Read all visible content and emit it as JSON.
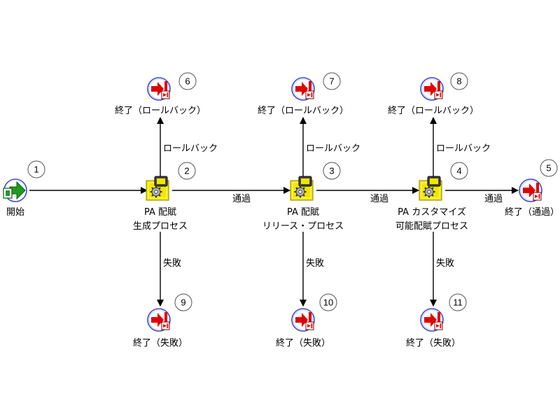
{
  "nodes": [
    {
      "id": "start",
      "number": "1",
      "label": [
        "開始"
      ],
      "icon": "start-arrow-icon"
    },
    {
      "id": "proc2",
      "number": "2",
      "label": [
        "PA 配賦",
        "生成プロセス"
      ],
      "icon": "process-gear-icon"
    },
    {
      "id": "proc3",
      "number": "3",
      "label": [
        "PA 配賦",
        "リリース・プロセス"
      ],
      "icon": "process-gear-icon"
    },
    {
      "id": "proc4",
      "number": "4",
      "label": [
        "PA カスタマイズ",
        "可能配賦プロセス"
      ],
      "icon": "process-gear-icon"
    },
    {
      "id": "end5",
      "number": "5",
      "label": [
        "終了（通過）"
      ],
      "icon": "end-stop-icon"
    },
    {
      "id": "end6",
      "number": "6",
      "label": [
        "終了（ロールバック）"
      ],
      "icon": "end-stop-icon"
    },
    {
      "id": "end7",
      "number": "7",
      "label": [
        "終了（ロールバック）"
      ],
      "icon": "end-stop-icon"
    },
    {
      "id": "end8",
      "number": "8",
      "label": [
        "終了（ロールバック）"
      ],
      "icon": "end-stop-icon"
    },
    {
      "id": "end9",
      "number": "9",
      "label": [
        "終了（失敗）"
      ],
      "icon": "end-stop-icon"
    },
    {
      "id": "end10",
      "number": "10",
      "label": [
        "終了（失敗）"
      ],
      "icon": "end-stop-icon"
    },
    {
      "id": "end11",
      "number": "11",
      "label": [
        "終了（失敗）"
      ],
      "icon": "end-stop-icon"
    }
  ],
  "edges": [
    {
      "from": "start",
      "to": "proc2",
      "label": ""
    },
    {
      "from": "proc2",
      "to": "proc3",
      "label": "通過"
    },
    {
      "from": "proc3",
      "to": "proc4",
      "label": "通過"
    },
    {
      "from": "proc4",
      "to": "end5",
      "label": "通過"
    },
    {
      "from": "proc2",
      "to": "end6",
      "label": "ロールバック"
    },
    {
      "from": "proc3",
      "to": "end7",
      "label": "ロールバック"
    },
    {
      "from": "proc4",
      "to": "end8",
      "label": "ロールバック"
    },
    {
      "from": "proc2",
      "to": "end9",
      "label": "失敗"
    },
    {
      "from": "proc3",
      "to": "end10",
      "label": "失敗"
    },
    {
      "from": "proc4",
      "to": "end11",
      "label": "失敗"
    }
  ],
  "colors": {
    "line": "#000000",
    "process_fill": "#f2e600",
    "end_red": "#e00000",
    "start_green": "#1f9b1f",
    "icon_ring": "#3b4bd6"
  }
}
